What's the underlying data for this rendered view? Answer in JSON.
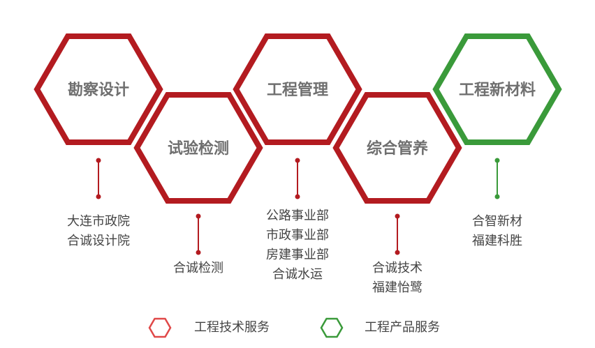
{
  "colors": {
    "technical": "#b31b20",
    "product": "#3a9a3a",
    "legend_technical": "#e04848",
    "legend_product": "#3a9a3a"
  },
  "nodes": [
    {
      "title": "勘察设计",
      "category": "technical",
      "items": [
        "大连市政院",
        "合诚设计院"
      ]
    },
    {
      "title": "试验检测",
      "category": "technical",
      "items": [
        "合诚检测"
      ]
    },
    {
      "title": "工程管理",
      "category": "technical",
      "items": [
        "公路事业部",
        "市政事业部",
        "房建事业部",
        "合诚水运"
      ]
    },
    {
      "title": "综合管养",
      "category": "technical",
      "items": [
        "合诚技术",
        "福建怡鹭"
      ]
    },
    {
      "title": "工程新材料",
      "category": "product",
      "items": [
        "合智新材",
        "福建科胜"
      ]
    }
  ],
  "legend": [
    {
      "label": "工程技术服务",
      "category": "technical"
    },
    {
      "label": "工程产品服务",
      "category": "product"
    }
  ]
}
